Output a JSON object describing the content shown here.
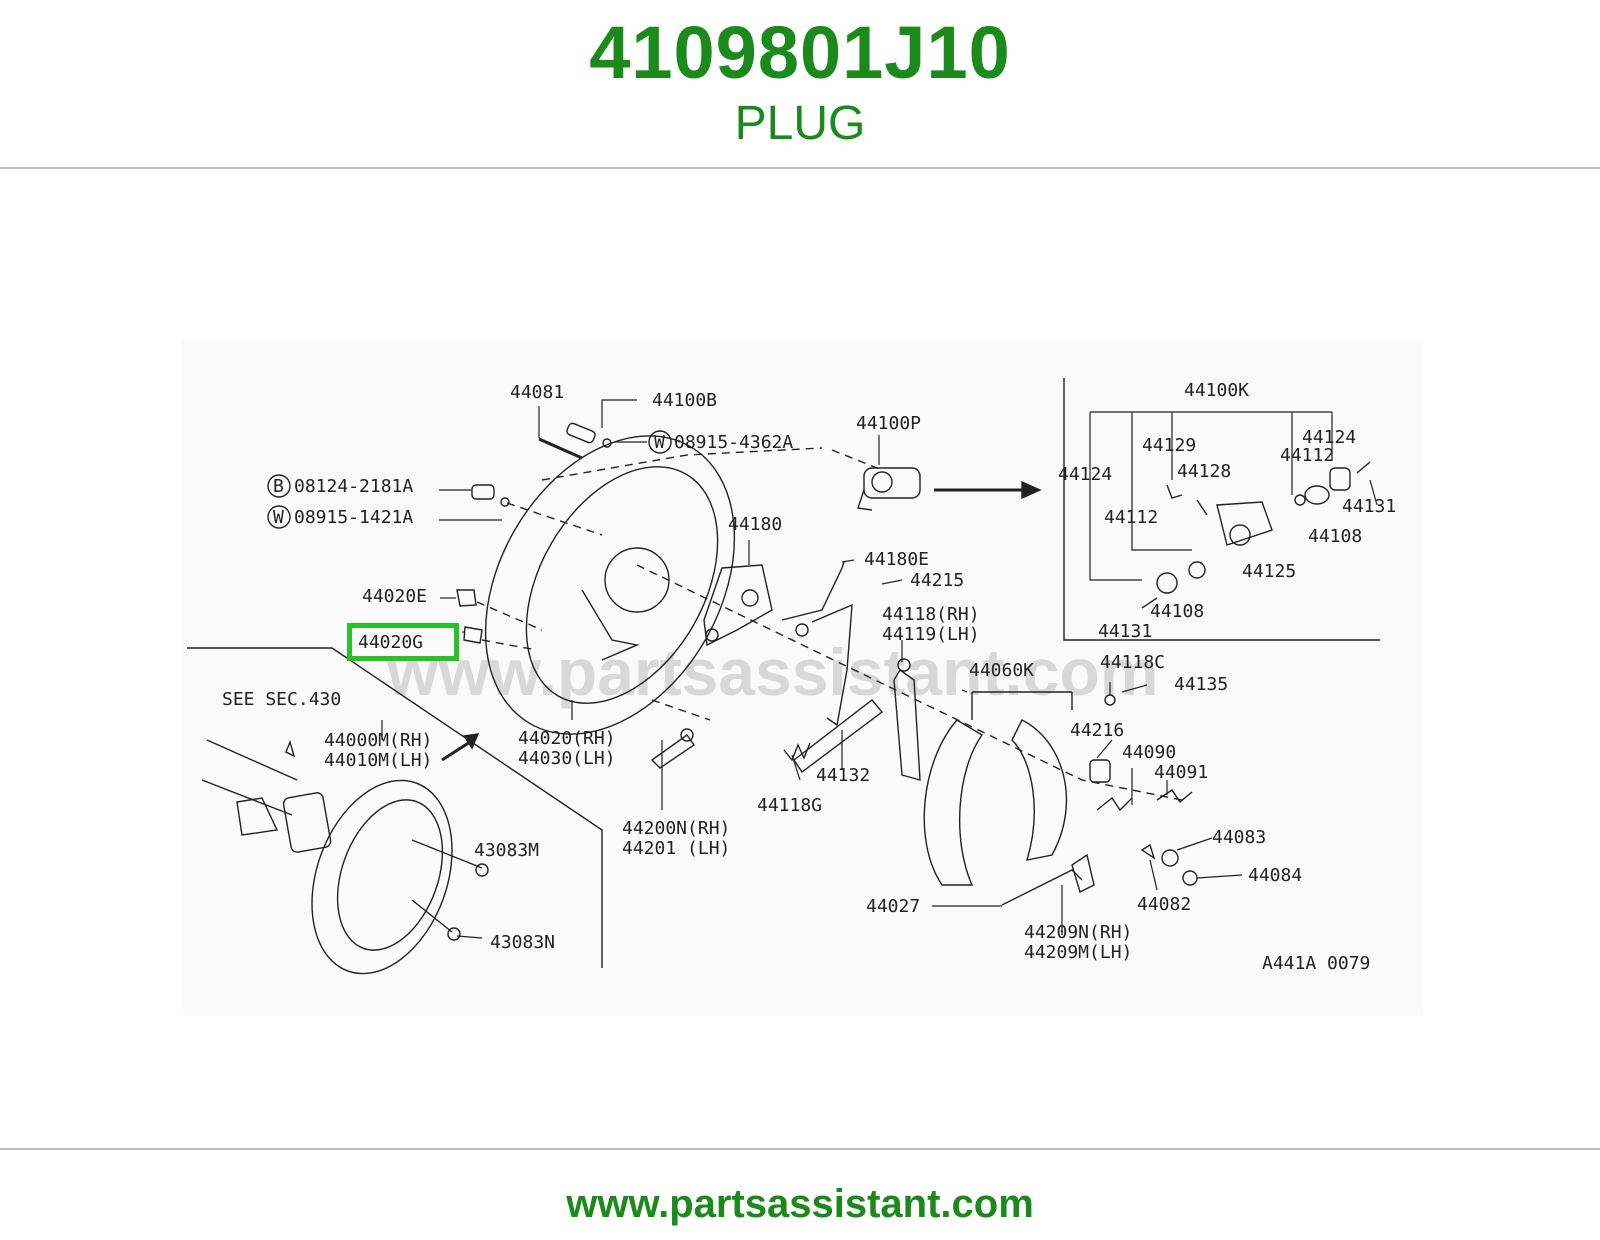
{
  "header": {
    "part_number": "4109801J10",
    "part_name": "PLUG"
  },
  "footer": {
    "url": "www.partsassistant.com"
  },
  "diagram": {
    "watermark": "www.partsassistant.com",
    "diagram_code": "A441A 0079",
    "highlighted_part": "44020G",
    "see_section": "SEE SEC.430",
    "callouts": {
      "c44081": "44081",
      "c44100B": "44100B",
      "cW08915_4362A": "08915-4362A",
      "c44100P": "44100P",
      "cB08124_2181A": "08124-2181A",
      "cW08915_1421A": "08915-1421A",
      "c44180": "44180",
      "c44180E": "44180E",
      "c44215": "44215",
      "c44020E": "44020E",
      "c44020G": "44020G",
      "c44118RH": "44118(RH)",
      "c44119LH": "44119(LH)",
      "c44060K": "44060K",
      "c44118C": "44118C",
      "c44135": "44135",
      "c44000M": "44000M(RH)",
      "c44010M": "44010M(LH)",
      "c44020RH": "44020(RH)",
      "c44030LH": "44030(LH)",
      "c44216": "44216",
      "c44090": "44090",
      "c44091": "44091",
      "c44132": "44132",
      "c44118G": "44118G",
      "c43083M": "43083M",
      "c44200N": "44200N(RH)",
      "c44201": "44201  (LH)",
      "c44083": "44083",
      "c44084": "44084",
      "c44082": "44082",
      "c44027": "44027",
      "c43083N": "43083N",
      "c44209N": "44209N(RH)",
      "c44209M": "44209M(LH)",
      "c44100K": "44100K",
      "c44124a": "44124",
      "c44129": "44129",
      "c44128": "44128",
      "c44112a": "44112",
      "c44124b": "44124",
      "c44131a": "44131",
      "c44112b": "44112",
      "c44108a": "44108",
      "c44125": "44125",
      "c44108b": "44108",
      "c44131b": "44131"
    },
    "circle_marks": {
      "b": "B",
      "w1": "W",
      "w2": "W"
    }
  }
}
